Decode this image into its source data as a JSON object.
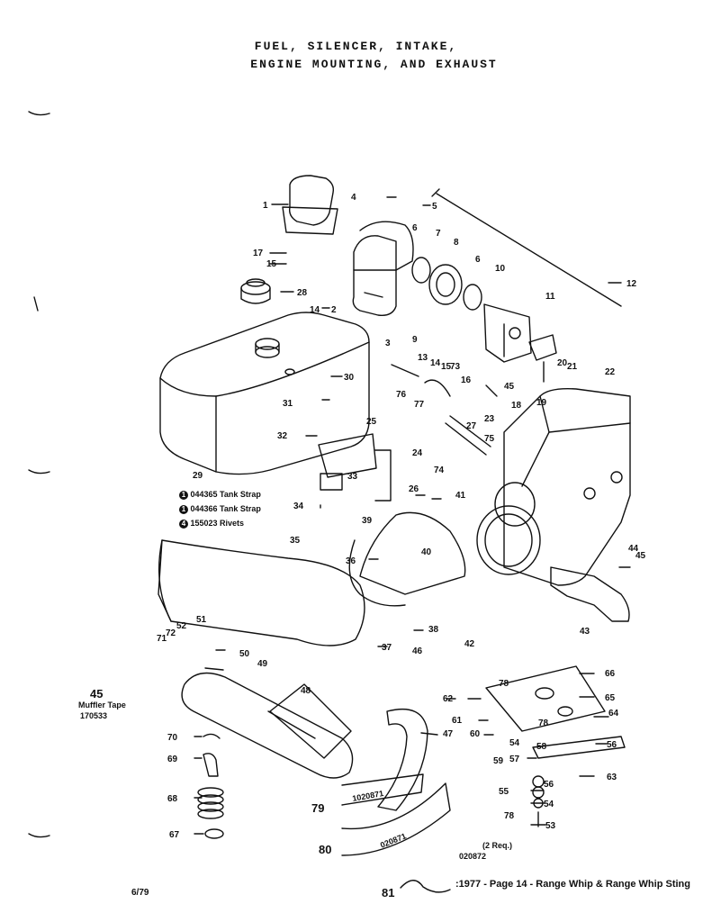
{
  "title": {
    "line1": "FUEL, SILENCER, INTAKE,",
    "line2": "ENGINE MOUNTING, AND EXHAUST"
  },
  "callouts": [
    "1",
    "2",
    "3",
    "4",
    "5",
    "6",
    "6",
    "7",
    "8",
    "9",
    "10",
    "11",
    "12",
    "13",
    "14",
    "14",
    "15",
    "15",
    "16",
    "17",
    "18",
    "19",
    "20",
    "21",
    "22",
    "23",
    "24",
    "25",
    "26",
    "27",
    "28",
    "29",
    "30",
    "31",
    "32",
    "33",
    "34",
    "35",
    "36",
    "37",
    "38",
    "39",
    "40",
    "41",
    "42",
    "43",
    "44",
    "45",
    "45",
    "46",
    "47",
    "48",
    "49",
    "50",
    "51",
    "52",
    "53",
    "54",
    "54",
    "55",
    "56",
    "56",
    "57",
    "58",
    "59",
    "60",
    "61",
    "62",
    "63",
    "64",
    "65",
    "66",
    "67",
    "68",
    "69",
    "70",
    "71",
    "72",
    "73",
    "76",
    "74",
    "75",
    "77",
    "78",
    "78",
    "78",
    "79",
    "80",
    "81"
  ],
  "notes": {
    "strap1": "044365 Tank Strap",
    "strap2": "044366 Tank Strap",
    "rivets": "155023 Rivets",
    "strap1_qty": "1",
    "strap2_qty": "1",
    "rivets_qty": "4",
    "muffler_tape_num": "45",
    "muffler_tape_label": "Muffler Tape",
    "muffler_tape_part": "170533",
    "part_79": "1020871",
    "part_80": "020871",
    "req_note": "(2 Req.)",
    "req_part": "020872",
    "date": "6/79",
    "page_ref": ":1977 - Page 14 - Range Whip & Range Whip Sting"
  }
}
